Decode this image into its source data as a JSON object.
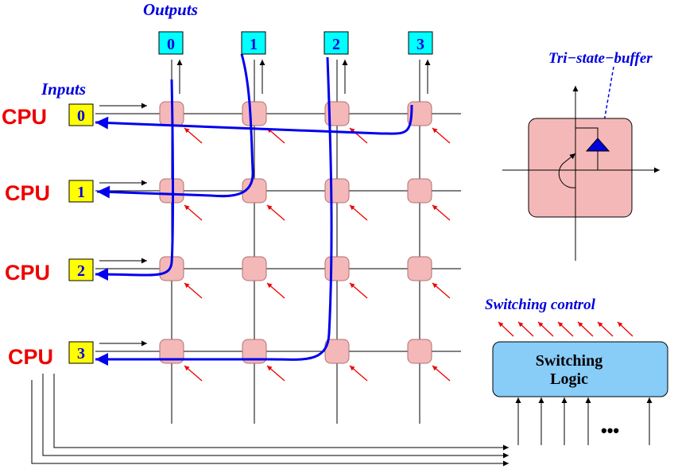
{
  "outputs_title": "Outputs",
  "inputs_title": "Inputs",
  "tristate_label": "Tri−state−buffer",
  "switching_control_label": "Switching control",
  "switching_logic": {
    "line1": "Switching",
    "line2": "Logic"
  },
  "cpu_label": "CPU",
  "input_ids": [
    "0",
    "1",
    "2",
    "3"
  ],
  "output_ids": [
    "0",
    "1",
    "2",
    "3"
  ],
  "ellipsis": "•••",
  "colors": {
    "label_blue": "#0000dd",
    "cpu_red": "#ee0000",
    "input_box": "#ffff00",
    "output_box": "#00ffff",
    "crosspoint": "#f5b8b8",
    "path_blue": "#0000ee",
    "control_arrow": "#ee0000",
    "logic_box": "#88ccf8"
  }
}
